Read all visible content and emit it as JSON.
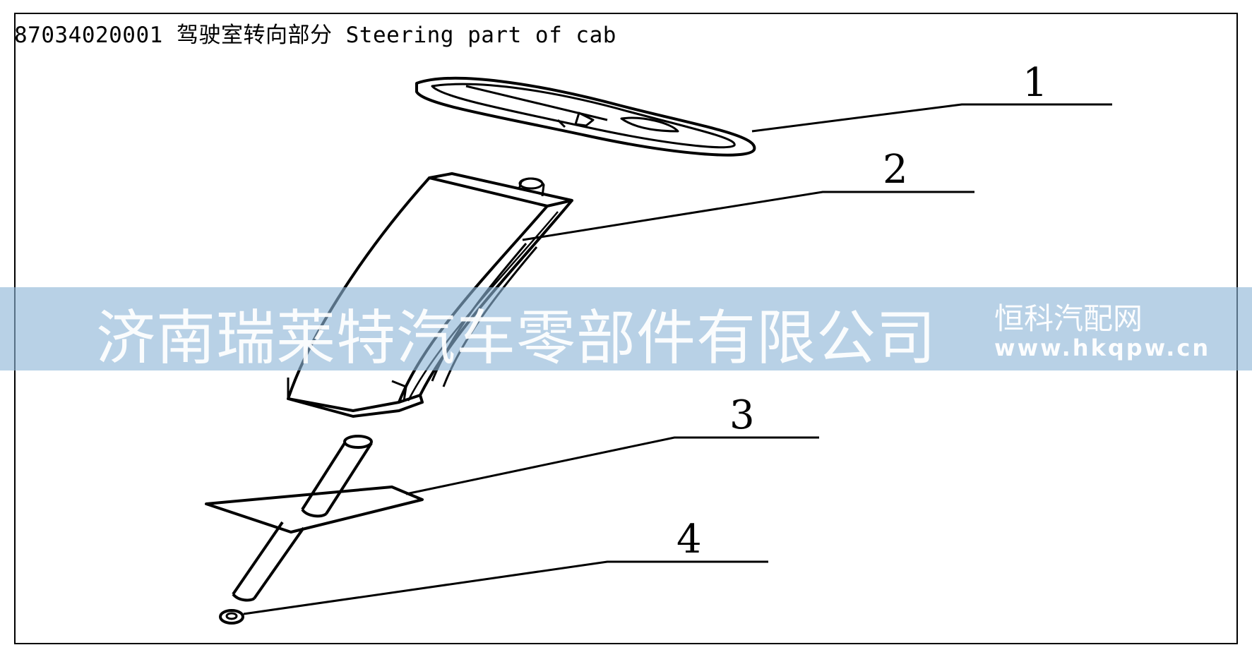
{
  "diagram": {
    "title": "87034020001  驾驶室转向部分  Steering part of cab",
    "callouts": [
      {
        "number": "1"
      },
      {
        "number": "2"
      },
      {
        "number": "3"
      },
      {
        "number": "4"
      }
    ]
  },
  "watermark": {
    "company": "济南瑞莱特汽车零部件有限公司",
    "brand": "恒科汽配网",
    "url": "www.hkqpw.cn",
    "band_color": "#8cb4d7"
  }
}
